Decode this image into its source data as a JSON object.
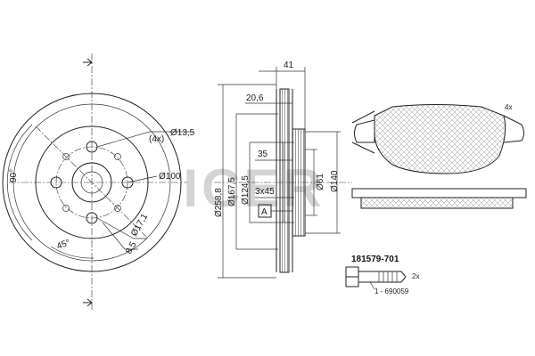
{
  "watermark": "ICER",
  "part_number": "181579-701",
  "disc_front": {
    "bolt_label": "(4x)",
    "bolt_hole_dim": "Ø13,5",
    "pcd_dim": "Ø100",
    "dim_17": "Ø17,1",
    "dim_85": "8,5",
    "angle_90": "90°",
    "angle_45": "45°"
  },
  "disc_section": {
    "width": "41",
    "flange": "20,6",
    "hat_depth": "35",
    "chamfer": "3x45",
    "datum": "A",
    "dia_outer": "Ø258,8",
    "dia_167": "Ø167,5",
    "dia_124": "Ø124,5",
    "dia_61": "Ø61",
    "dia_140": "Ø140"
  },
  "brake_pad": {
    "qty": "4x"
  },
  "bolt": {
    "qty": "2x",
    "ref": "1 - 690059"
  },
  "colors": {
    "line": "#222222",
    "watermark": "#d4d4d4",
    "hatch": "#999999"
  }
}
